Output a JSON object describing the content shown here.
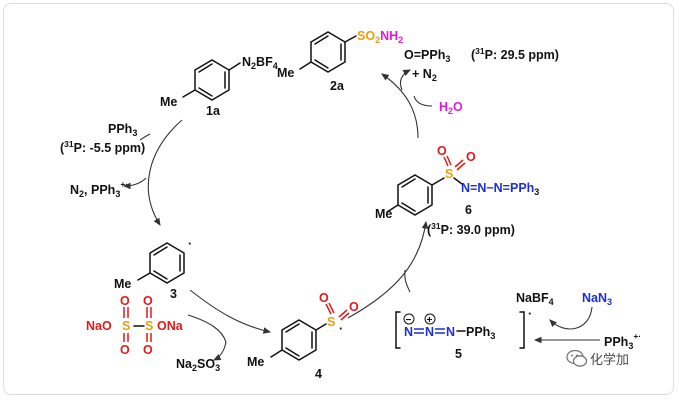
{
  "labels": {
    "r1a_group": "N",
    "r1a_group2": "BF",
    "r1a_n_sub": "2",
    "r1a_bf_sub": "4",
    "r1a_me": "Me",
    "r1a_num": "1a",
    "pph3": "PPh",
    "pph3_sub": "3",
    "p31_start": "(",
    "p31_sup": "31",
    "p31_a_val": "P: -5.5 ppm)",
    "n2_pph3": "N",
    "n2_sub": "2",
    "n2_pph3_rest": ", PPh",
    "n2_pph3_sub": "3",
    "radcat_sup": "+·",
    "c3_me": "Me",
    "c3_num": "3",
    "na_o": "NaO",
    "s_left": "S",
    "s_right": "S",
    "o_top1": "O",
    "o_top2": "O",
    "o_bot1": "O",
    "o_bot2": "O",
    "ona": "ONa",
    "na2so3": "Na",
    "na2so3_sub1": "2",
    "na2so3_mid": "SO",
    "na2so3_sub2": "3",
    "c4_me": "Me",
    "c4_s": "S",
    "c4_o1": "O",
    "c4_o2": "O",
    "c4_num": "4",
    "c5_n1": "N",
    "c5_eq": "=",
    "c5_n2": "N",
    "c5_n3": "N",
    "c5_pph3": "PPh",
    "c5_pph3_sub": "3",
    "c5_minus": "−",
    "c5_plus": "+",
    "c5_num": "5",
    "nabf4": "NaBF",
    "nabf4_sub": "4",
    "nan3": "NaN",
    "nan3_sub": "3",
    "pph3_rc": "PPh",
    "pph3_rc_sub": "3",
    "c6_me": "Me",
    "c6_s": "S",
    "c6_o1": "O",
    "c6_o2": "O",
    "c6_chain": "N=N−N=PPh",
    "c6_chain_sub": "3",
    "c6_num": "6",
    "p31_c_val": "P: 39.0 ppm)",
    "h2o_h": "H",
    "h2o_sub": "2",
    "h2o_o": "O",
    "opph3": "O=PPh",
    "opph3_sub": "3",
    "plus_n2": "+ N",
    "plus_n2_sub": "2",
    "p31_b_val": "P: 29.5 ppm)",
    "c2a_so2nh2_so": "SO",
    "c2a_so2nh2_sub1": "2",
    "c2a_so2nh2_nh": "NH",
    "c2a_so2nh2_sub2": "2",
    "c2a_me": "Me",
    "c2a_num": "2a",
    "radical_dot": "·",
    "bracket_dot": "·",
    "watermark": "化学加"
  },
  "colors": {
    "sulfur": "#e3a30d",
    "oxygen": "#e3191c",
    "nitrogen": "#1d2fd4",
    "water": "#e019d9",
    "text": "#111111",
    "watermark": "#4a4a4a"
  },
  "icons": {
    "watermark": "wechat-icon"
  }
}
